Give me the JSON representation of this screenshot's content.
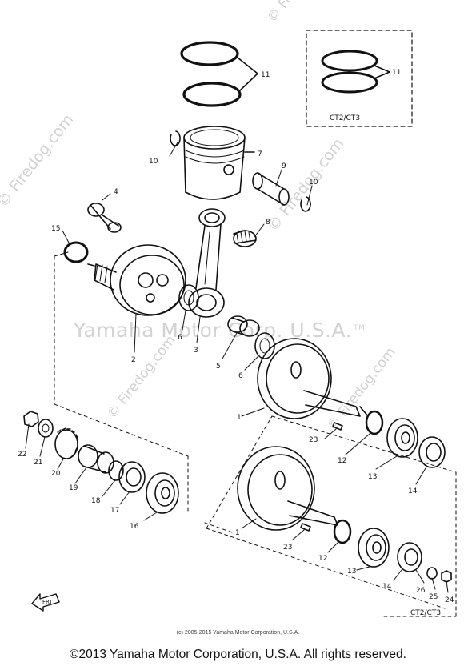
{
  "watermark": {
    "brand": "Yamaha Motor Corp. U.S.A.",
    "trademark": "TM",
    "site": "© Firedog.com"
  },
  "boxes": {
    "top_right_label": "CT2/CT3",
    "bottom_right_label": "CT2/CT3"
  },
  "front_label": "FRT",
  "callouts": [
    {
      "id": "c11a",
      "text": "11"
    },
    {
      "id": "c11b",
      "text": "11"
    },
    {
      "id": "c10a",
      "text": "10"
    },
    {
      "id": "c7",
      "text": "7"
    },
    {
      "id": "c9",
      "text": "9"
    },
    {
      "id": "c10b",
      "text": "10"
    },
    {
      "id": "c4",
      "text": "4"
    },
    {
      "id": "c15",
      "text": "15"
    },
    {
      "id": "c8",
      "text": "8"
    },
    {
      "id": "c6a",
      "text": "6"
    },
    {
      "id": "c3",
      "text": "3"
    },
    {
      "id": "c2",
      "text": "2"
    },
    {
      "id": "c5",
      "text": "5"
    },
    {
      "id": "c6b",
      "text": "6"
    },
    {
      "id": "c1a",
      "text": "1"
    },
    {
      "id": "c22",
      "text": "22"
    },
    {
      "id": "c21",
      "text": "21"
    },
    {
      "id": "c20",
      "text": "20"
    },
    {
      "id": "c19",
      "text": "19"
    },
    {
      "id": "c18",
      "text": "18"
    },
    {
      "id": "c17",
      "text": "17"
    },
    {
      "id": "c16",
      "text": "16"
    },
    {
      "id": "c23a",
      "text": "23"
    },
    {
      "id": "c12a",
      "text": "12"
    },
    {
      "id": "c13a",
      "text": "13"
    },
    {
      "id": "c14a",
      "text": "14"
    },
    {
      "id": "c1b",
      "text": "1"
    },
    {
      "id": "c23b",
      "text": "23"
    },
    {
      "id": "c12b",
      "text": "12"
    },
    {
      "id": "c13b",
      "text": "13"
    },
    {
      "id": "c14b",
      "text": "14"
    },
    {
      "id": "c26",
      "text": "26"
    },
    {
      "id": "c25",
      "text": "25"
    },
    {
      "id": "c24",
      "text": "24"
    }
  ],
  "footer": {
    "small": "(c) 2005-2015 Yamaha Motor Corporation, U.S.A.",
    "main": "©2013 Yamaha Motor Corporation, U.S.A. All rights reserved."
  }
}
